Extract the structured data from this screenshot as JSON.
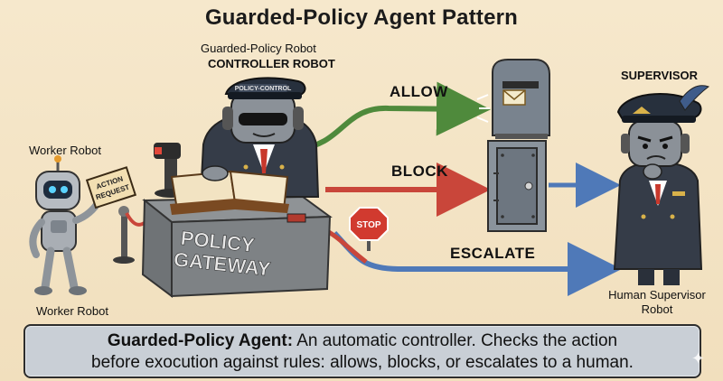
{
  "title": "Guarded-Policy Agent Pattern",
  "controller": {
    "label_line1": "Guarded-Policy Robot",
    "label_line2": "CONTROLLER ROBOT",
    "hat_text": "POLICY-CONTROL"
  },
  "worker": {
    "label_top": "Worker Robot",
    "label_bottom": "Worker Robot",
    "sign_text_1": "ACTION",
    "sign_text_2": "REQUEST"
  },
  "gateway": {
    "text_line1": "POLICY",
    "text_line2": "GATEWAY"
  },
  "stop_sign": "STOP",
  "arrows": {
    "allow": "ALLOW",
    "block": "BLOCK",
    "escalate": "ESCALATE"
  },
  "supervisor": {
    "label_top": "SUPERVISOR",
    "label_bottom_line1": "Human Supervisor",
    "label_bottom_line2": "Robot"
  },
  "caption": {
    "bold": "Guarded-Policy Agent:",
    "line1_rest": " An automatic controller. Checks the action",
    "line2": "before exocution against rules: allows, blocks, or escalates to a human."
  },
  "colors": {
    "allow_arrow": "#4f8a3c",
    "block_arrow": "#c9463a",
    "escalate_arrow": "#4f79b8",
    "caption_bg": "#c9cfd6"
  }
}
